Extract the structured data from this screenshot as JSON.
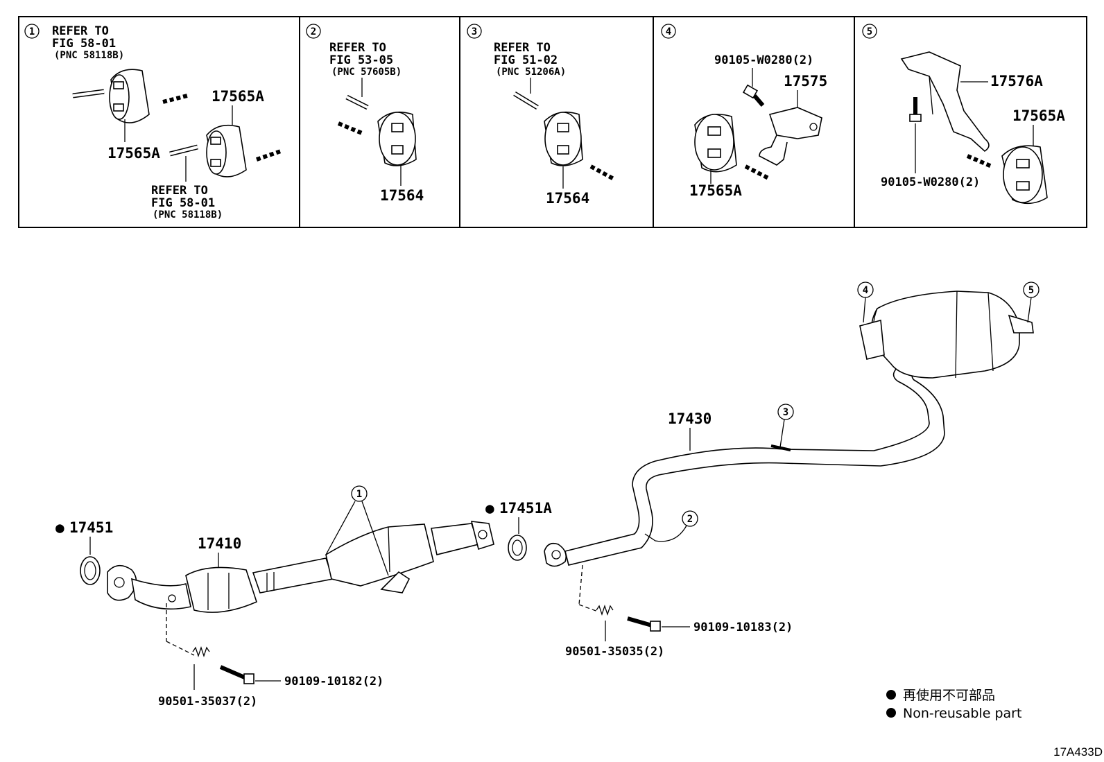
{
  "detail_panels": [
    {
      "number": "1",
      "refer_top": [
        "REFER TO",
        "FIG 58-01",
        "(PNC 58118B)"
      ],
      "parts": [
        "17565A",
        "17565A"
      ],
      "refer_bottom": [
        "REFER TO",
        "FIG 58-01",
        "(PNC 58118B)"
      ]
    },
    {
      "number": "2",
      "refer_top": [
        "REFER TO",
        "FIG 53-05",
        "(PNC 57605B)"
      ],
      "parts": [
        "17564"
      ]
    },
    {
      "number": "3",
      "refer_top": [
        "REFER TO",
        "FIG 51-02",
        "(PNC 51206A)"
      ],
      "parts": [
        "17564"
      ]
    },
    {
      "number": "4",
      "parts": [
        "90105-W0280(2)",
        "17575",
        "17565A"
      ]
    },
    {
      "number": "5",
      "parts": [
        "17576A",
        "17565A",
        "90105-W0280(2)"
      ]
    }
  ],
  "main_diagram": {
    "gasket_front": "17451",
    "front_pipe": "17410",
    "gasket_center": "17451A",
    "center_pipe": "17430",
    "spring_front": "90501-35037(2)",
    "bolt_front": "90109-10182(2)",
    "spring_center": "90501-35035(2)",
    "bolt_center": "90109-10183(2)",
    "callouts": [
      "1",
      "2",
      "3",
      "4",
      "5"
    ]
  },
  "legend": {
    "line_jp": "再使用不可部品",
    "line_en": "Non-reusable part"
  },
  "figure_code": "17A433D"
}
